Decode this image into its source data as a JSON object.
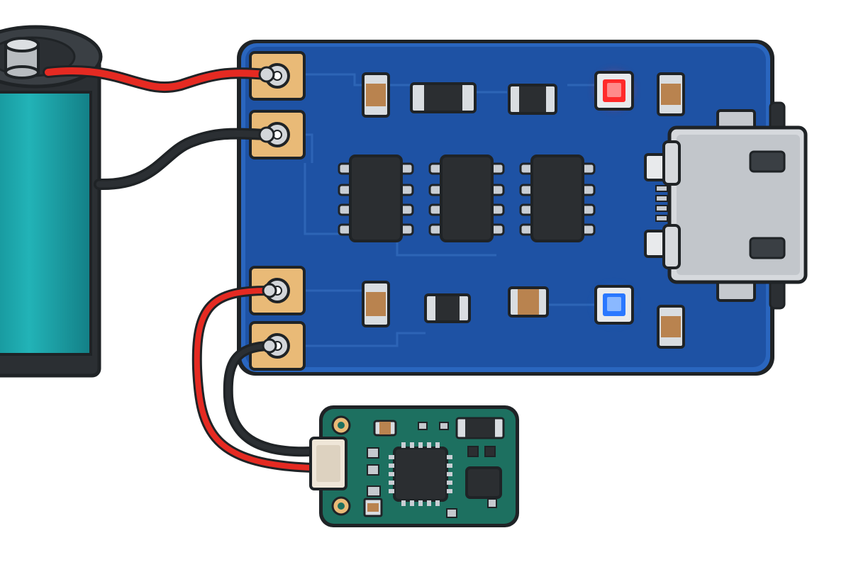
{
  "colors": {
    "background": "#ffffff",
    "outline": "#1f2326",
    "main_board": "#1f55a8",
    "main_board_edge": "#2c67c0",
    "module_board": "#1d7060",
    "battery_body": "#1aa3a8",
    "battery_cap": "#2b2f33",
    "pad_gold": "#e9ba77",
    "pad_gold_dark": "#c99650",
    "wire_red": "#e52a22",
    "wire_black": "#1f2326",
    "ic_body": "#2b2e31",
    "pin_silver": "#c9ced4",
    "resistor_tan": "#b9834f",
    "led_red": "#ff2a2a",
    "led_blue": "#2a78ff",
    "usb_metal": "#d6d9dd",
    "connector_ivory": "#efe6d8"
  },
  "components": {
    "battery": "battery-cell",
    "main_board": "charger-board",
    "module": "load-module",
    "usb": "micro-usb-port",
    "chips": [
      "ic-chip",
      "ic-chip",
      "ic-chip"
    ],
    "leds": [
      "status-led-red",
      "status-led-blue"
    ]
  }
}
